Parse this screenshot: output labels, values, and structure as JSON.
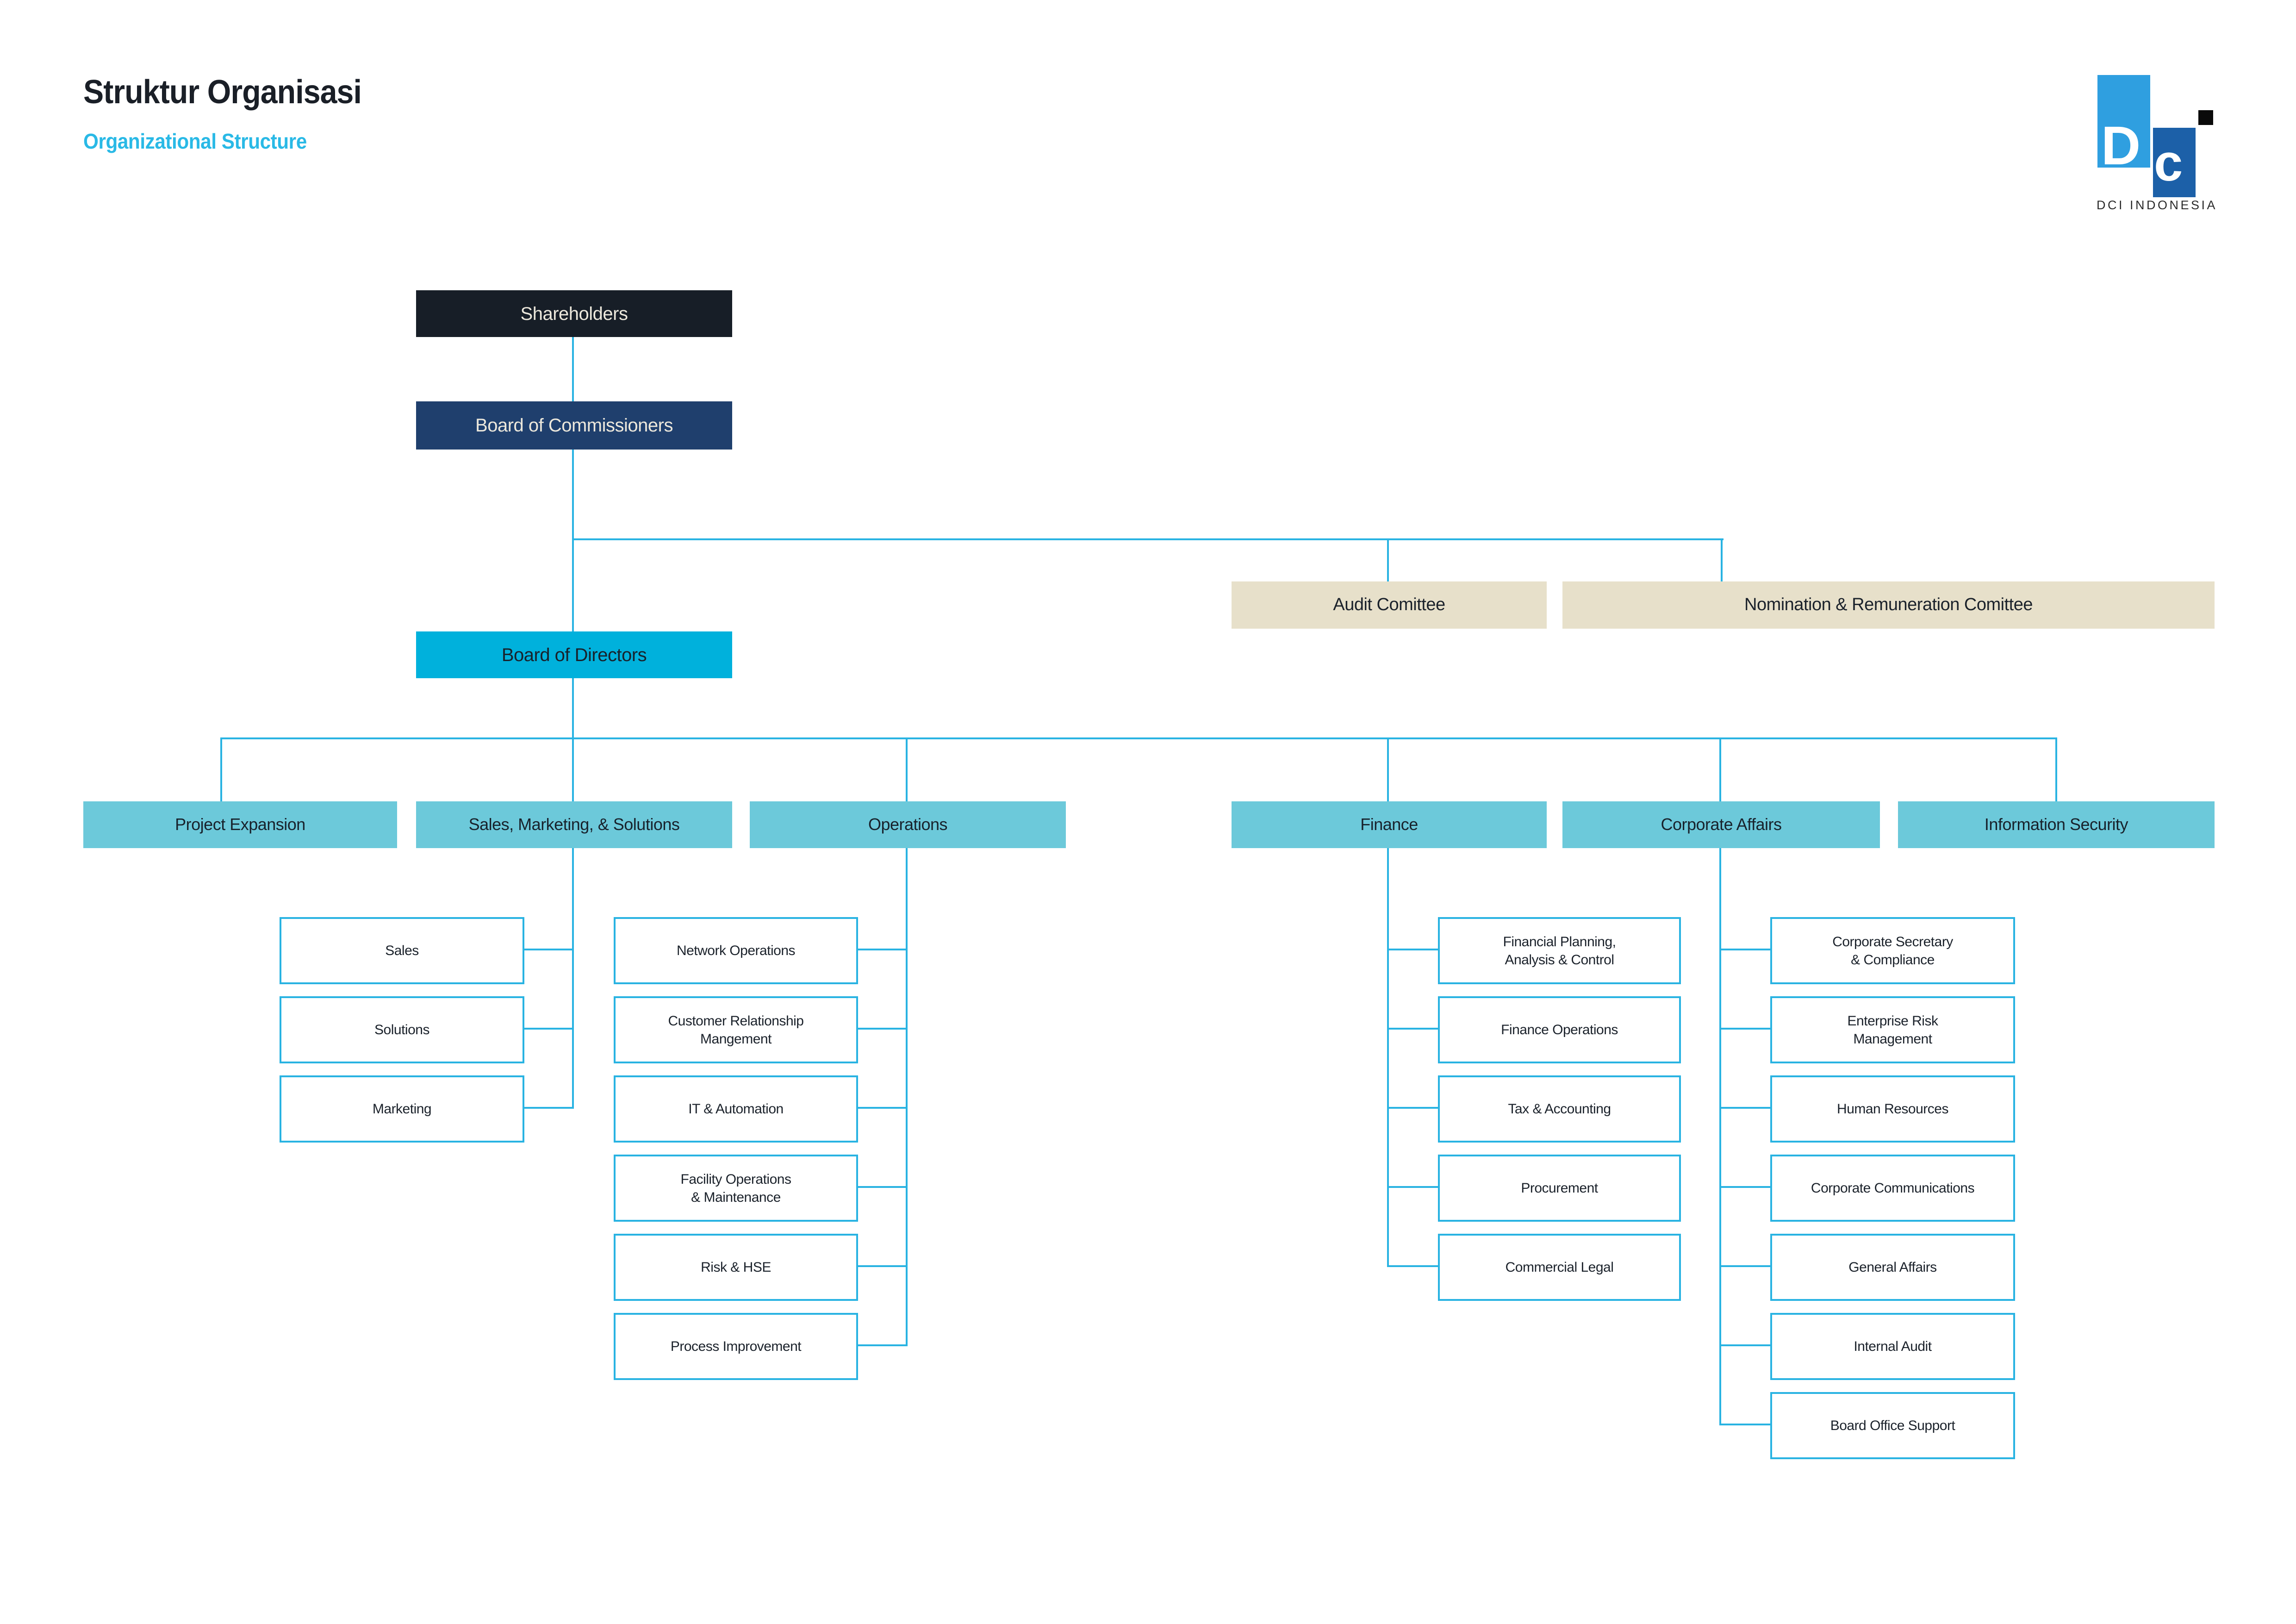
{
  "header": {
    "title": "Struktur Organisasi",
    "subtitle": "Organizational Structure"
  },
  "logo": {
    "brand": "DCI INDONESIA",
    "letter_d": "D",
    "letter_c": "c"
  },
  "nodes": {
    "shareholders": "Shareholders",
    "board_of_commissioners": "Board of Commissioners",
    "audit_committee": "Audit Comittee",
    "nomination_committee": "Nomination & Remuneration Comittee",
    "board_of_directors": "Board of Directors"
  },
  "departments": [
    {
      "label": "Project Expansion",
      "children": []
    },
    {
      "label": "Sales, Marketing, & Solutions",
      "children": [
        "Sales",
        "Solutions",
        "Marketing"
      ]
    },
    {
      "label": "Operations",
      "children": [
        "Network Operations",
        "Customer Relationship\nMangement",
        "IT & Automation",
        "Facility Operations\n& Maintenance",
        "Risk & HSE",
        "Process Improvement"
      ]
    },
    {
      "label": "Finance",
      "children": [
        "Financial Planning,\nAnalysis & Control",
        "Finance Operations",
        "Tax & Accounting",
        "Procurement",
        "Commercial Legal"
      ]
    },
    {
      "label": "Corporate Affairs",
      "children": [
        "Corporate Secretary\n& Compliance",
        "Enterprise Risk\nManagement",
        "Human Resources",
        "Corporate Communications",
        "General Affairs",
        "Internal Audit",
        "Board Office Support"
      ]
    },
    {
      "label": "Information Security",
      "children": []
    }
  ],
  "colors": {
    "accent_cyan": "#29b3e2",
    "board_of_directors_cyan": "#00b1dc",
    "department_teal": "#6cc9da",
    "commissioners_navy": "#1f3f6d",
    "shareholders_dark": "#171e27",
    "committee_beige": "#e7e0ca",
    "subtitle_cyan": "#29b9e6",
    "logo_light_blue": "#2f9fe0",
    "logo_dark_blue": "#1c60a8"
  }
}
